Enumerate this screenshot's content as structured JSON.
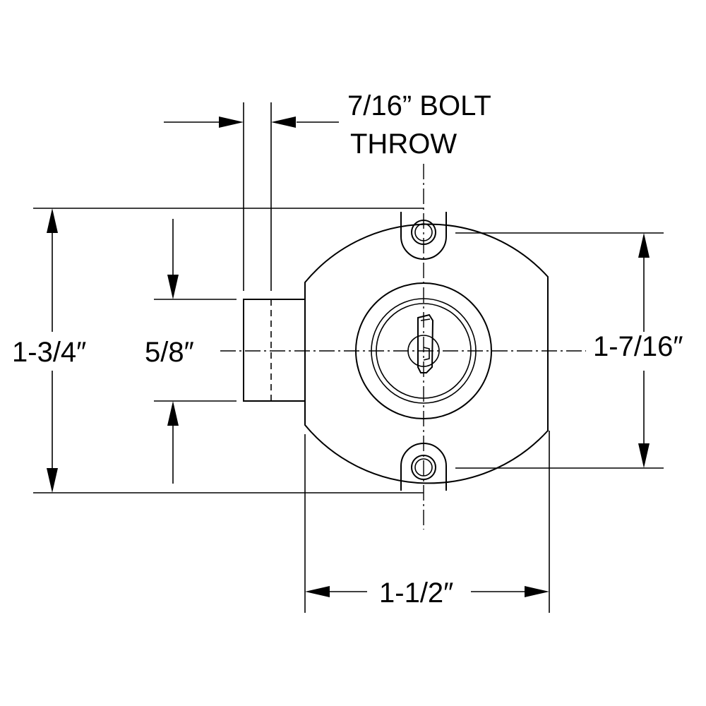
{
  "labels": {
    "bolt_throw_line1": "7/16” BOLT",
    "bolt_throw_line2": "THROW",
    "overall_height": "1-3/4″",
    "bolt_height": "5/8″",
    "screw_spacing": "1-7/16″",
    "body_width": "1-1/2″"
  }
}
